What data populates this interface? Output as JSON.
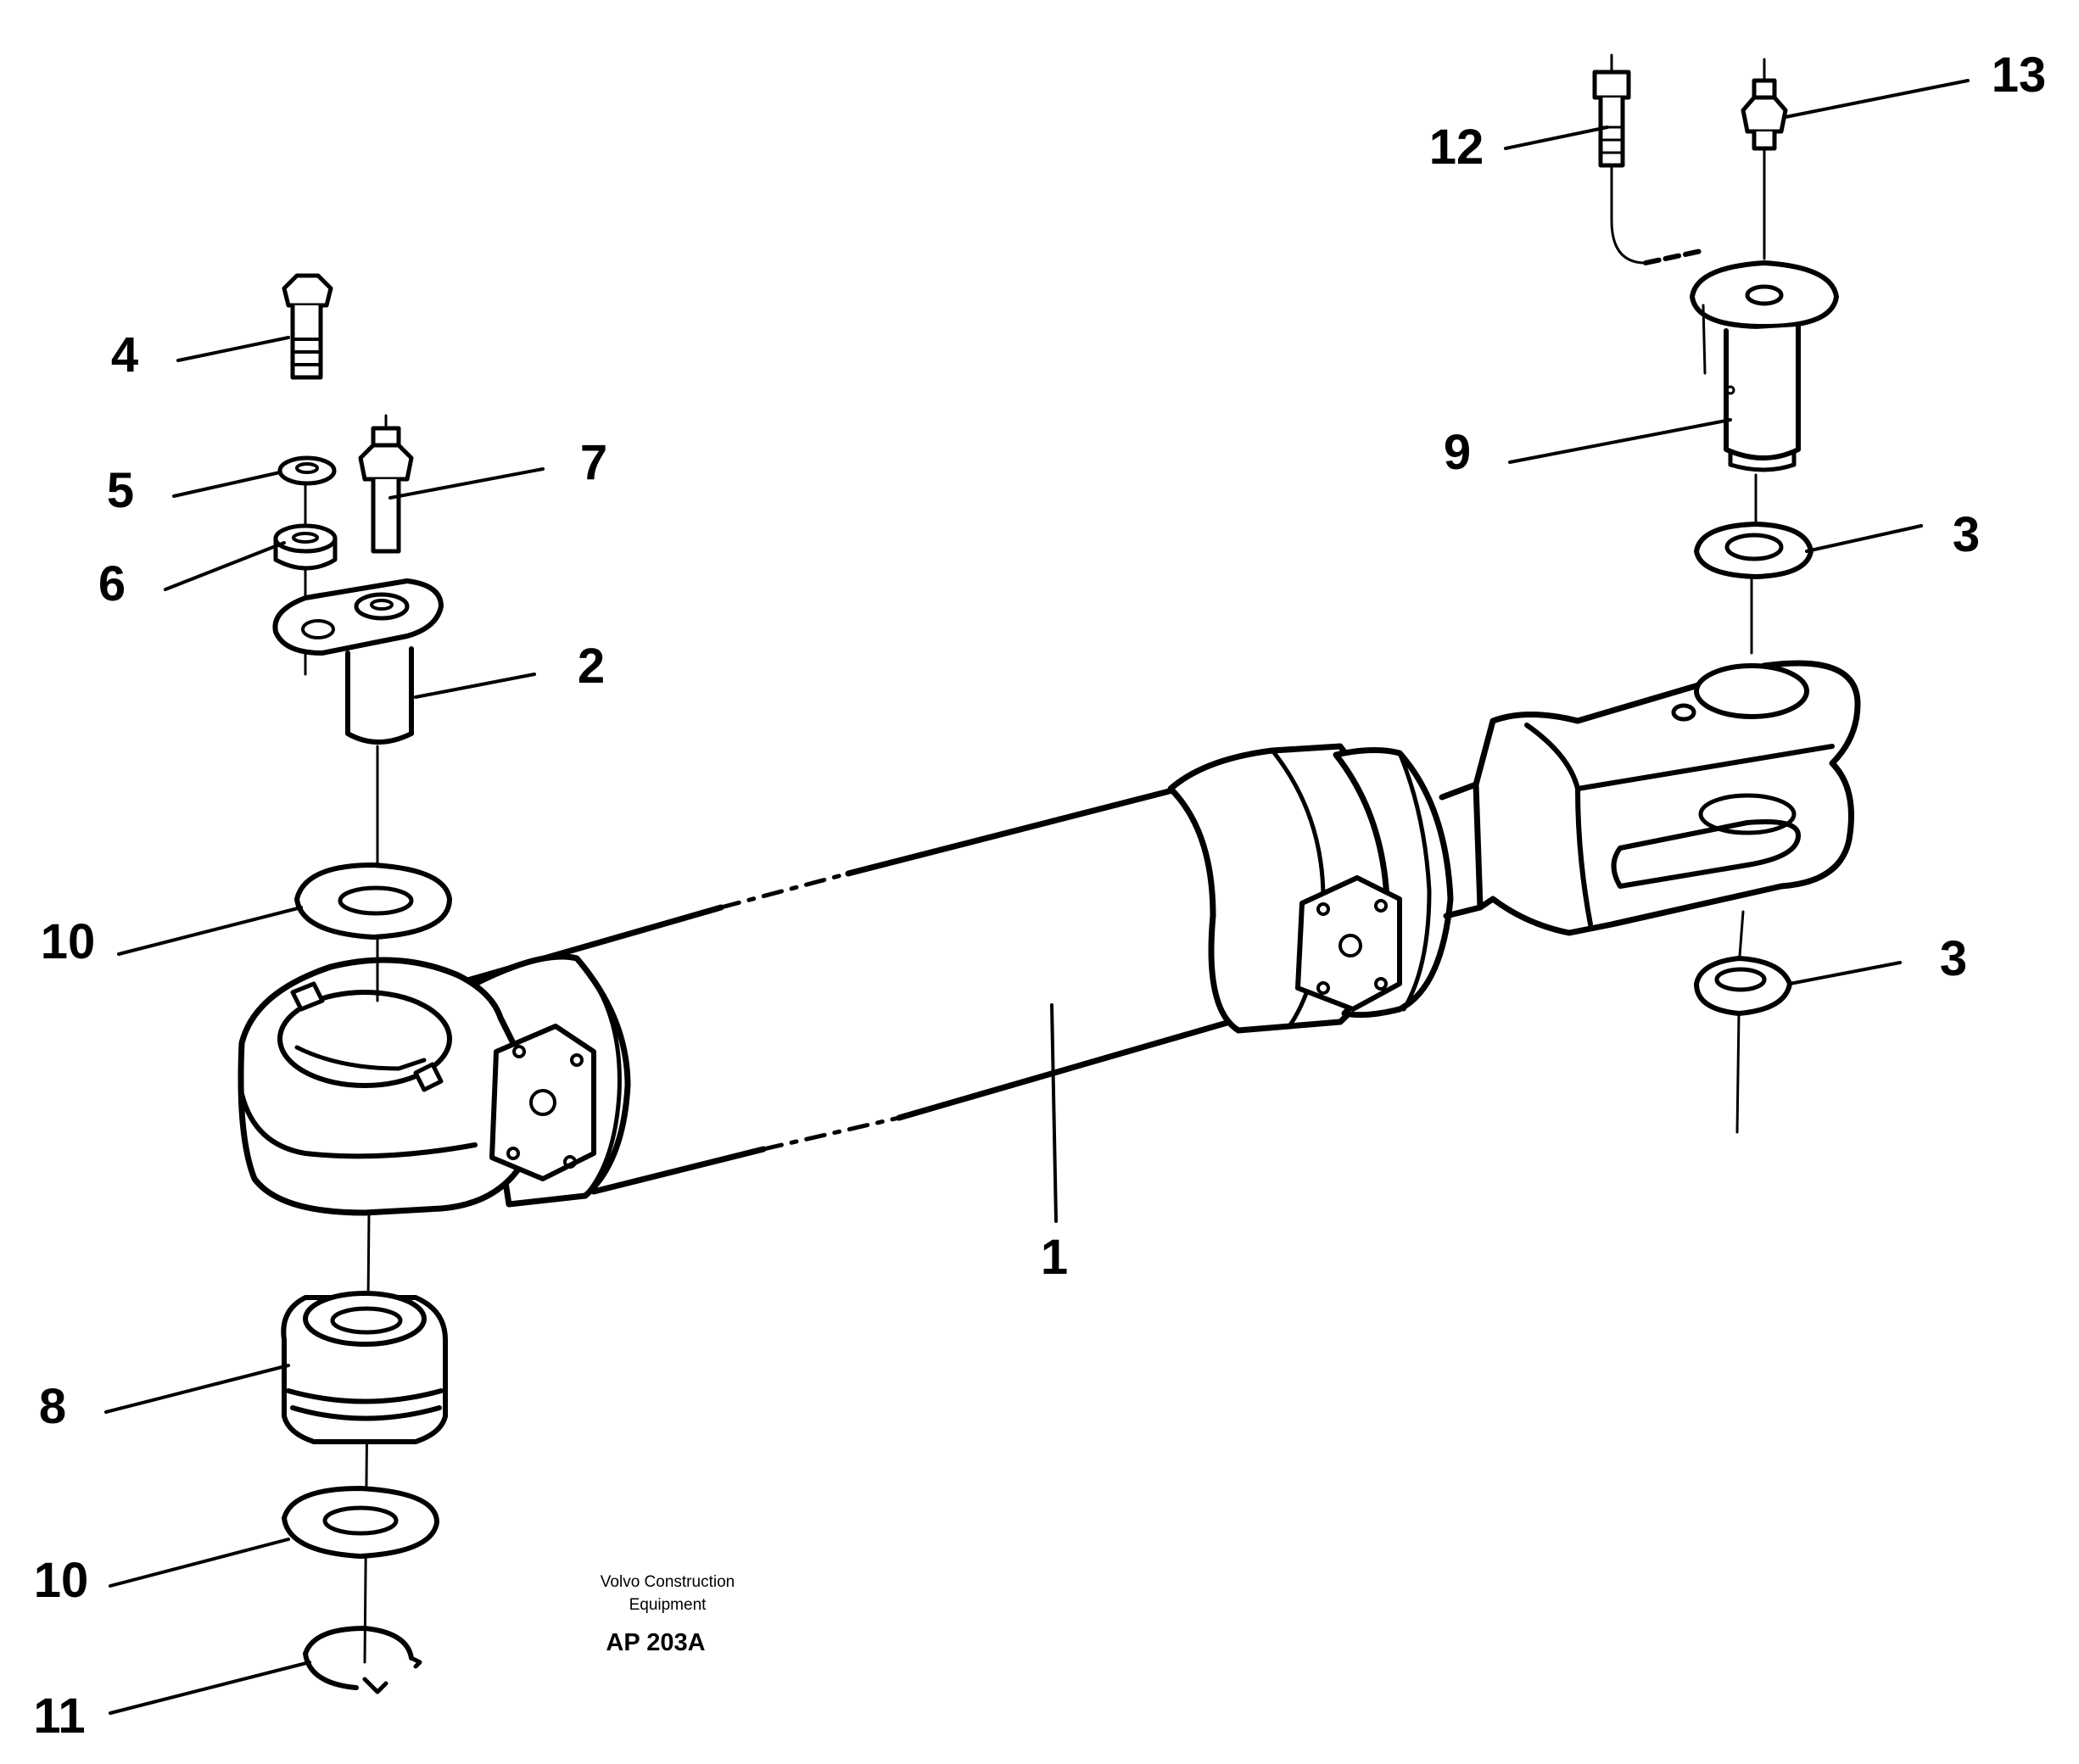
{
  "callouts": {
    "c1": "1",
    "c2": "2",
    "c3a": "3",
    "c3b": "3",
    "c4": "4",
    "c5": "5",
    "c6": "6",
    "c7": "7",
    "c8": "8",
    "c9": "9",
    "c10a": "10",
    "c10b": "10",
    "c11": "11",
    "c12": "12",
    "c13": "13"
  },
  "credit": {
    "line1": "Volvo Construction",
    "line2": "Equipment",
    "code": "AP 203A"
  }
}
